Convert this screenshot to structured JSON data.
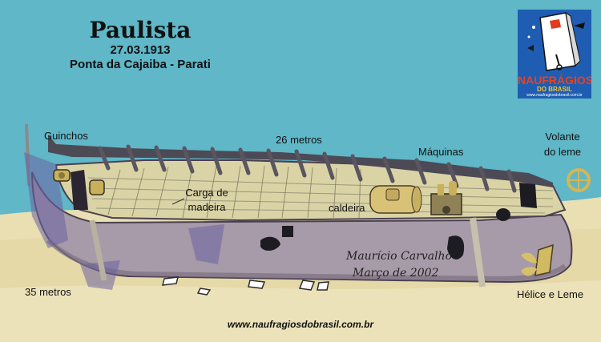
{
  "header": {
    "title": "Paulista",
    "date": "27.03.1913",
    "location": "Ponta da Cajaiba - Parati"
  },
  "labels": {
    "guinchos": "Guinchos",
    "depth_26": "26 metros",
    "maquinas": "Máquinas",
    "volante_l1": "Volante",
    "volante_l2": "do leme",
    "carga_l1": "Carga de",
    "carga_l2": "madeira",
    "caldeira": "caldeira",
    "depth_35": "35 metros",
    "helice": "Hélice e Leme"
  },
  "signature": {
    "author": "Maurício Carvalho",
    "date": "Março de 2002"
  },
  "footer": {
    "url": "www.naufragiosdobrasil.com.br"
  },
  "logo": {
    "line1": "NAUFRÁGIOS",
    "line2": "DO BRASIL",
    "line3": "www.naufragiosdobrasil.com.br"
  },
  "colors": {
    "water": "#5fb7c8",
    "sand": "#e9dfb2",
    "hull": "#a79aa9",
    "deck": "#d9d3a6",
    "logo_bg": "#1f5db3",
    "logo_text": "#e8421f"
  }
}
